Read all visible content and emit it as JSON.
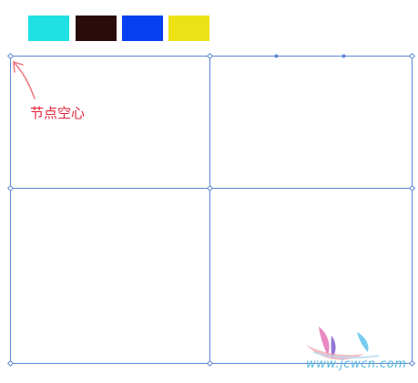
{
  "swatches": [
    {
      "name": "cyan",
      "color": "#1fe0e3"
    },
    {
      "name": "dark-brown",
      "color": "#2a0d0a"
    },
    {
      "name": "blue",
      "color": "#0740ef"
    },
    {
      "name": "yellow",
      "color": "#ece316"
    }
  ],
  "annotation": {
    "label": "节点空心",
    "color": "#e3243c"
  },
  "grid": {
    "line_color": "#5c86d2",
    "node_style": "hollow"
  },
  "watermark": {
    "text": "www.jcwcn.com"
  }
}
